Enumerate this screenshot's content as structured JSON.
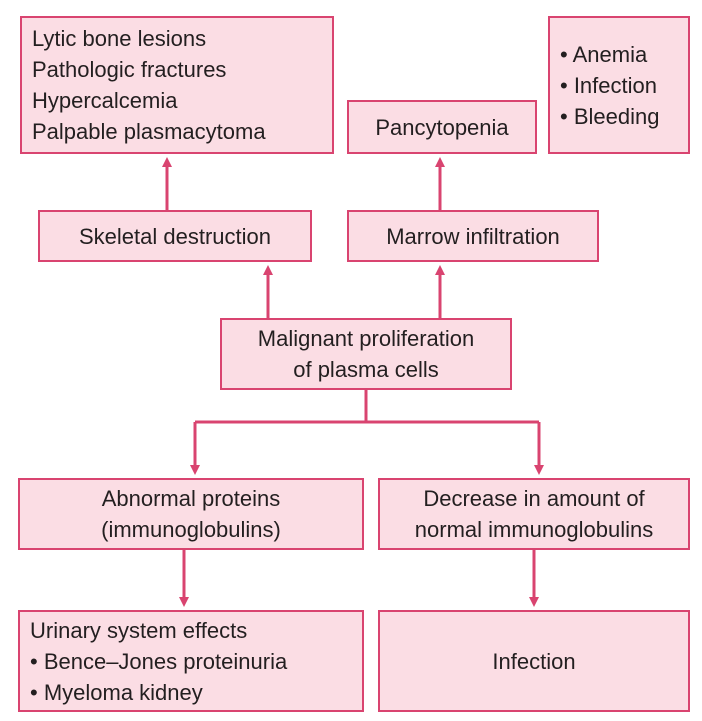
{
  "nodes": {
    "lytic": {
      "lines": [
        "Lytic bone lesions",
        "Pathologic fractures",
        "Hypercalcemia",
        "Palpable plasmacytoma"
      ]
    },
    "pancytopenia": {
      "lines": [
        "Pancytopenia"
      ]
    },
    "anemia": {
      "lines": [
        "• Anemia",
        "• Infection",
        "• Bleeding"
      ]
    },
    "skeletal": {
      "lines": [
        "Skeletal destruction"
      ]
    },
    "marrow": {
      "lines": [
        "Marrow infiltration"
      ]
    },
    "malignant": {
      "lines": [
        "Malignant proliferation",
        "of plasma cells"
      ]
    },
    "abnormal": {
      "lines": [
        "Abnormal proteins",
        "(immunoglobulins)"
      ]
    },
    "decrease": {
      "lines": [
        "Decrease in amount of",
        "normal immunoglobulins"
      ]
    },
    "urinary": {
      "lines": [
        "Urinary system effects",
        "• Bence–Jones proteinuria",
        "• Myeloma kidney"
      ]
    },
    "infection": {
      "lines": [
        "Infection"
      ]
    }
  },
  "colors": {
    "box_fill": "#fbdde4",
    "border_and_arrows": "#d94470"
  }
}
